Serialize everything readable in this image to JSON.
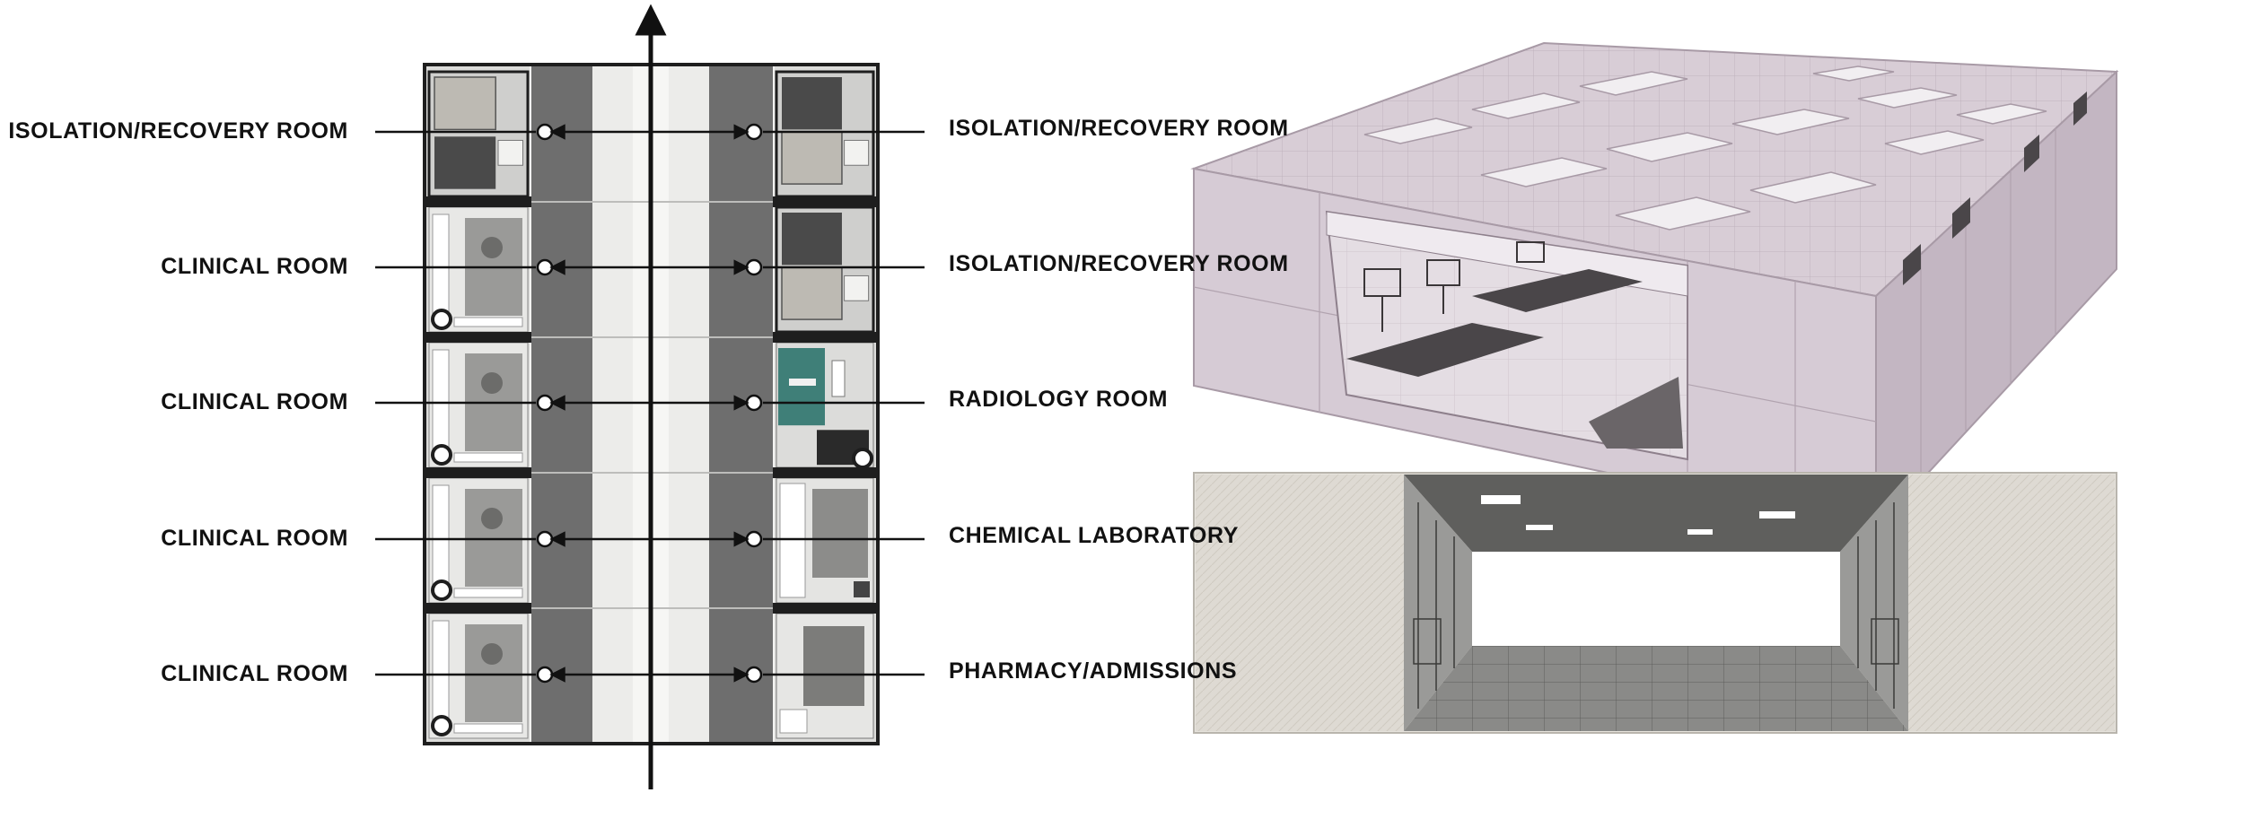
{
  "plan": {
    "rooms_left": [
      {
        "label": "ISOLATION/RECOVERY ROOM",
        "type": "isolation"
      },
      {
        "label": "CLINICAL ROOM",
        "type": "clinical"
      },
      {
        "label": "CLINICAL ROOM",
        "type": "clinical"
      },
      {
        "label": "CLINICAL ROOM",
        "type": "clinical"
      },
      {
        "label": "CLINICAL ROOM",
        "type": "clinical"
      }
    ],
    "rooms_right": [
      {
        "label": "ISOLATION/RECOVERY ROOM",
        "type": "isolation"
      },
      {
        "label": "ISOLATION/RECOVERY ROOM",
        "type": "isolation"
      },
      {
        "label": "RADIOLOGY ROOM",
        "type": "radiology"
      },
      {
        "label": "CHEMICAL LABORATORY",
        "type": "laboratory"
      },
      {
        "label": "PHARMACY/ADMISSIONS",
        "type": "pharmacy"
      }
    ]
  },
  "colors": {
    "wall": "#1e1e1e",
    "corridor": "#6e6e6e",
    "aisle": "#ececea",
    "radiology_floor": "#3f7f78",
    "module_3d": "#d9cfd8",
    "module_3d_shade": "#b9acb8",
    "section_light": "#e6e3dc",
    "section_dark": "#2d2d2d"
  }
}
